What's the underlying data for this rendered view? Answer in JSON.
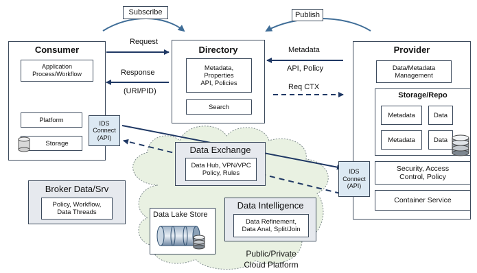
{
  "topLabels": {
    "subscribe": "Subscribe",
    "publish": "Publish"
  },
  "arrows": {
    "request": "Request",
    "response": "Response",
    "uri_pid": "(URI/PID)",
    "metadata": "Metadata",
    "api_policy": "API, Policy",
    "req_ctx": "Req CTX"
  },
  "consumer": {
    "title": "Consumer",
    "app": "Application\nProcess/Workflow",
    "platform": "Platform",
    "storage": "Storage",
    "ids": "IDS\nConnect\n(API)"
  },
  "directory": {
    "title": "Directory",
    "metadata": "Metadata,\nProperties\nAPI, Policies",
    "search": "Search"
  },
  "provider": {
    "title": "Provider",
    "mgmt": "Data/Metadata\nManagement",
    "repo_title": "Storage/Repo",
    "cells": [
      "Metadata",
      "Data",
      "Metadata",
      "Data"
    ],
    "security": "Security, Access\nControl, Policy",
    "container": "Container Service",
    "ids": "IDS\nConnect\n(API)"
  },
  "broker": {
    "title": "Broker Data/Srv",
    "content": "Policy, Workflow,\nData Threads"
  },
  "exchange": {
    "title": "Data Exchange",
    "content": "Data Hub, VPN/VPC\nPolicy, Rules"
  },
  "lake": {
    "title": "Data Lake Store"
  },
  "intelligence": {
    "title": "Data Intelligence",
    "content": "Data Refinement,\nData Anal, Split/Join"
  },
  "cloud": {
    "caption": "Public/Private\nCloud Platform"
  },
  "colors": {
    "arrow": "#1f3864",
    "border": "#3c4a5c",
    "ids_fill": "#dce9f3",
    "cloud_fill": "#e9f1e2"
  }
}
